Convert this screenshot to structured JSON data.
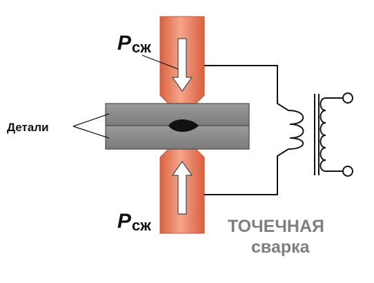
{
  "labels": {
    "force_top_main": "P",
    "force_top_sub": "сж",
    "force_bottom_main": "P",
    "force_bottom_sub": "сж",
    "parts": "Детали",
    "title_line1": "ТОЧЕЧНАЯ",
    "title_line2": "сварка"
  },
  "colors": {
    "electrode": "#e97c5e",
    "electrode_highlight": "#f4a58b",
    "electrode_edge": "#c9553a",
    "plate": "#8a8a8a",
    "plate_edge": "#4a4a4a",
    "nugget": "#111111",
    "wire": "#111111",
    "title": "#7f7f7f"
  }
}
